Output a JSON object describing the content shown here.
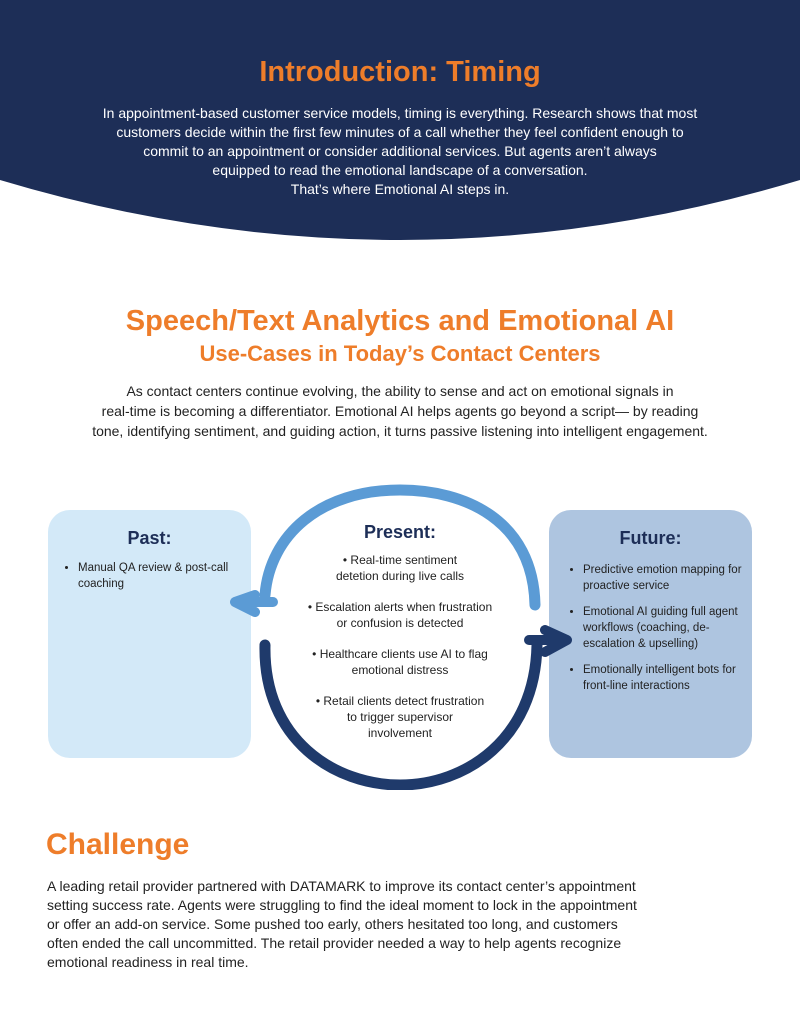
{
  "colors": {
    "navy": "#1d2e57",
    "orange": "#ee7d2a",
    "light_blue": "#d3e9f8",
    "mid_blue": "#aec5e0",
    "arrow_light": "#5b9bd5",
    "arrow_dark": "#1f3a6b"
  },
  "intro": {
    "title": "Introduction: Timing",
    "lines": [
      "In appointment-based customer service models, timing is everything. Research shows that most",
      "customers decide within the first few minutes of a call whether they feel confident enough to",
      "commit to an appointment or consider additional services. But agents aren’t always",
      "equipped to read the emotional landscape of a conversation.",
      "That’s where Emotional AI steps in."
    ]
  },
  "section": {
    "title": "Speech/Text Analytics and Emotional AI",
    "subtitle": "Use-Cases in Today’s Contact Centers",
    "lines": [
      "As contact centers continue evolving, the ability to sense and act on emotional signals in",
      "real-time is becoming a differentiator. Emotional AI helps agents go beyond a script— by reading",
      "tone, identifying sentiment, and guiding action, it turns passive listening into intelligent engagement."
    ]
  },
  "past": {
    "title": "Past:",
    "items": [
      "Manual QA review & post-call coaching"
    ]
  },
  "present": {
    "title": "Present:",
    "items": [
      [
        "• Real-time sentiment",
        "detetion during live calls"
      ],
      [
        "• Escalation alerts when frustration",
        "or confusion is detected"
      ],
      [
        "• Healthcare clients use AI to flag",
        "emotional distress"
      ],
      [
        "• Retail clients detect frustration",
        "to trigger supervisor",
        "involvement"
      ]
    ]
  },
  "future": {
    "title": "Future:",
    "items": [
      "Predictive emotion mapping for proactive service",
      "Emotional AI guiding full agent workflows (coaching, de-escalation & upselling)",
      "Emotionally intelligent bots for front-line interactions"
    ]
  },
  "challenge": {
    "title": "Challenge",
    "lines": [
      "A leading retail provider partnered with DATAMARK to improve its contact center’s appointment",
      "setting success rate. Agents were struggling to find the ideal moment to lock in the appointment",
      "or offer an add-on service. Some pushed too early, others hesitated too long, and customers",
      "often ended the call uncommitted. The retail provider needed a way to help agents recognize",
      "emotional readiness in real time."
    ]
  }
}
